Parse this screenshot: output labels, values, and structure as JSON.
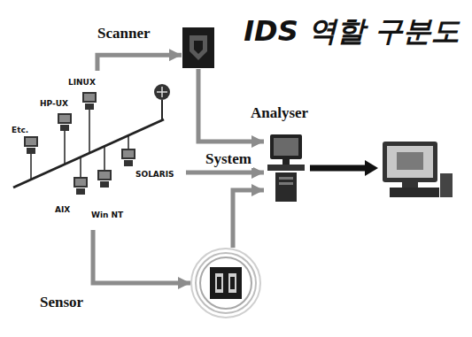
{
  "diagram": {
    "title": "IDS 역할 구분도",
    "nodes": [
      {
        "text": [
          "LINUX",
          "HP-UX",
          "Etc.",
          "AIX",
          "Win NT",
          "SOLARIS"
        ]
      },
      {
        "text": [
          "Scanner"
        ]
      },
      {
        "text": [
          "Analyser"
        ]
      },
      {
        "text": [
          "Sensor"
        ]
      }
    ],
    "edges": [
      {
        "from": 0,
        "to": 1,
        "arrow": "to"
      },
      {
        "from": 0,
        "to": 2,
        "label": "System",
        "arrow": "to"
      },
      {
        "from": 0,
        "to": 3,
        "arrow": "to"
      },
      {
        "from": 1,
        "to": 2,
        "arrow": "to"
      },
      {
        "from": 3,
        "to": 2,
        "arrow": "to"
      }
    ]
  }
}
